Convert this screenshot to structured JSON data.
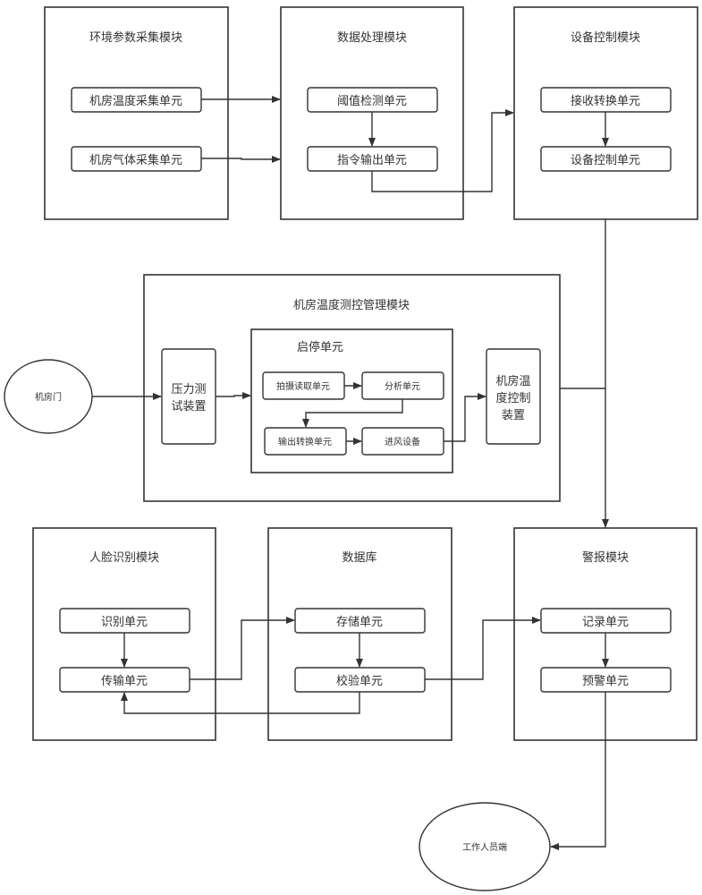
{
  "colors": {
    "stroke": "#333333",
    "background": "#ffffff",
    "text": "#333333"
  },
  "modules": {
    "env": {
      "title": "环境参数采集模块",
      "units": [
        "机房温度采集单元",
        "机房气体采集单元"
      ]
    },
    "proc": {
      "title": "数据处理模块",
      "units": [
        "阈值检测单元",
        "指令输出单元"
      ]
    },
    "dev": {
      "title": "设备控制模块",
      "units": [
        "接收转换单元",
        "设备控制单元"
      ]
    },
    "temp": {
      "title": "机房温度测控管理模块",
      "pressure": [
        "压力测",
        "试装置"
      ],
      "startstop": {
        "title": "启停单元",
        "units": [
          "拍摄读取单元",
          "分析单元",
          "输出转换单元",
          "进风设备"
        ]
      },
      "control": [
        "机房温",
        "度控制",
        "装置"
      ]
    },
    "face": {
      "title": "人脸识别模块",
      "units": [
        "识别单元",
        "传输单元"
      ]
    },
    "db": {
      "title": "数据库",
      "units": [
        "存储单元",
        "校验单元"
      ]
    },
    "alarm": {
      "title": "警报模块",
      "units": [
        "记录单元",
        "预警单元"
      ]
    }
  },
  "terminals": {
    "door": "机房门",
    "staff": "工作人员端"
  }
}
